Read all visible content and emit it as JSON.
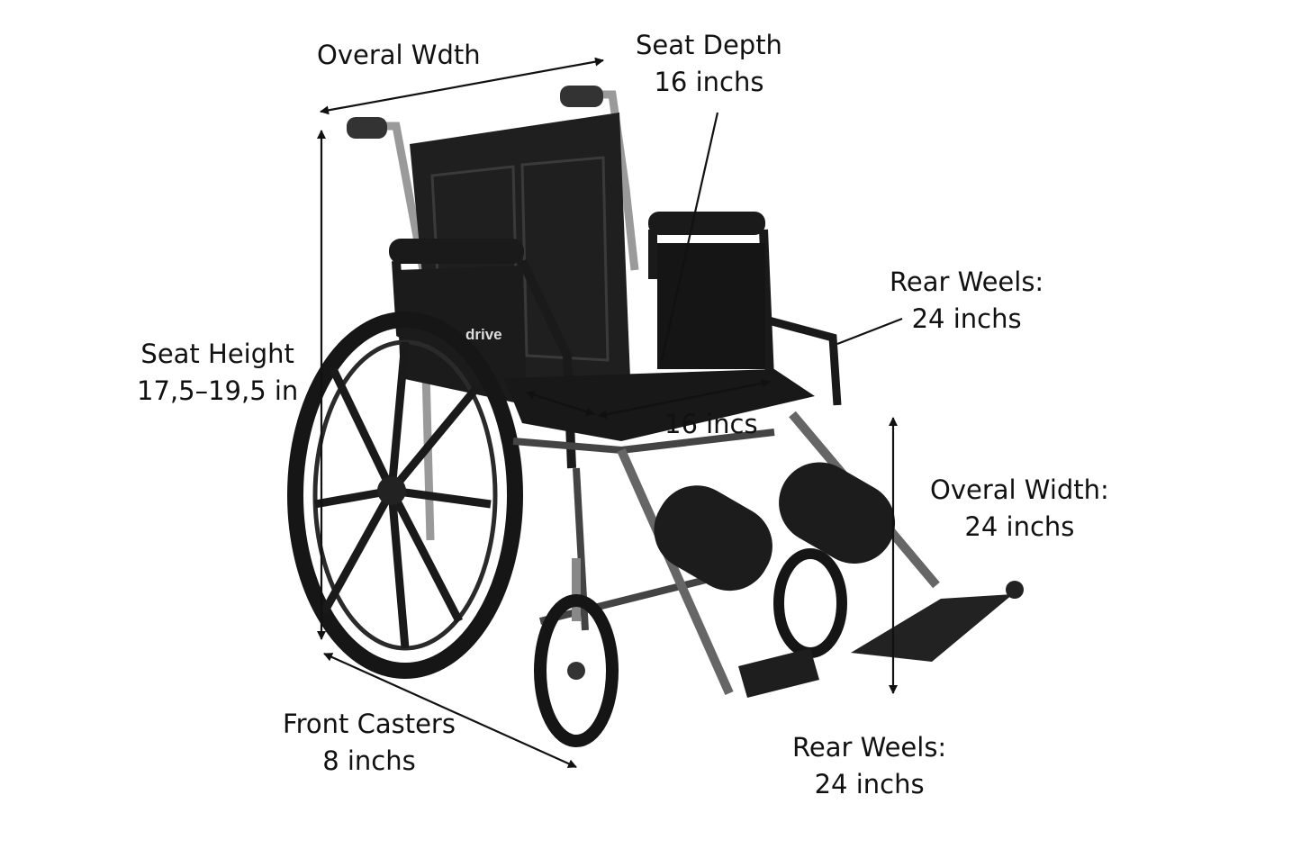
{
  "labels": {
    "overall_width_top": "Overal Wdth",
    "seat_depth": {
      "line1": "Seat Depth",
      "line2": "16 inchs"
    },
    "rear_wheels_upper": {
      "line1": "Rear Weels:",
      "line2": "24 inchs"
    },
    "seat_height": {
      "line1": "Seat Height",
      "line2": "17,5–19,5 in"
    },
    "seat_width": "16 incs",
    "overall_width_right": {
      "line1": "Overal Width:",
      "line2": "24 inchs"
    },
    "front_casters": {
      "line1": "Front Casters",
      "line2": "8 inchs"
    },
    "rear_wheels_lower": {
      "line1": "Rear Weels:",
      "line2": "24 inchs"
    }
  },
  "brand_logo": "drive",
  "colors": {
    "frame": "#1c1c1c",
    "upholstery": "#222222",
    "chrome": "#9a9a9a",
    "annotation": "#111111"
  }
}
